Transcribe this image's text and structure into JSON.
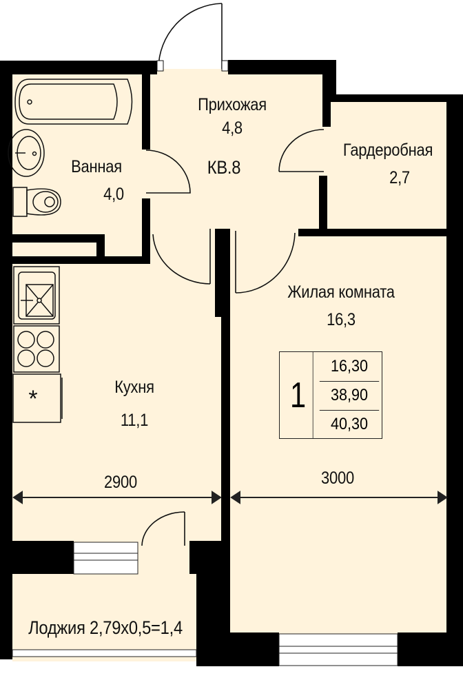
{
  "apartment": {
    "label": "КВ.8",
    "rooms_count": "1",
    "living_area": "16,30",
    "useful_area": "38,90",
    "total_area": "40,30"
  },
  "rooms": {
    "hallway": {
      "name": "Прихожая",
      "area": "4,8"
    },
    "bathroom": {
      "name": "Ванная",
      "area": "4,0"
    },
    "wardrobe": {
      "name": "Гардеробная",
      "area": "2,7"
    },
    "living": {
      "name": "Жилая комната",
      "area": "16,3"
    },
    "kitchen": {
      "name": "Кухня",
      "area": "11,1"
    },
    "loggia": {
      "name": "Лоджия 2,79х0,5=1,4"
    }
  },
  "dimensions": {
    "kitchen_width": "2900",
    "living_width": "3000"
  },
  "colors": {
    "floor": "#FFF3DC",
    "wall": "#000000",
    "line": "#1a1a1a"
  }
}
